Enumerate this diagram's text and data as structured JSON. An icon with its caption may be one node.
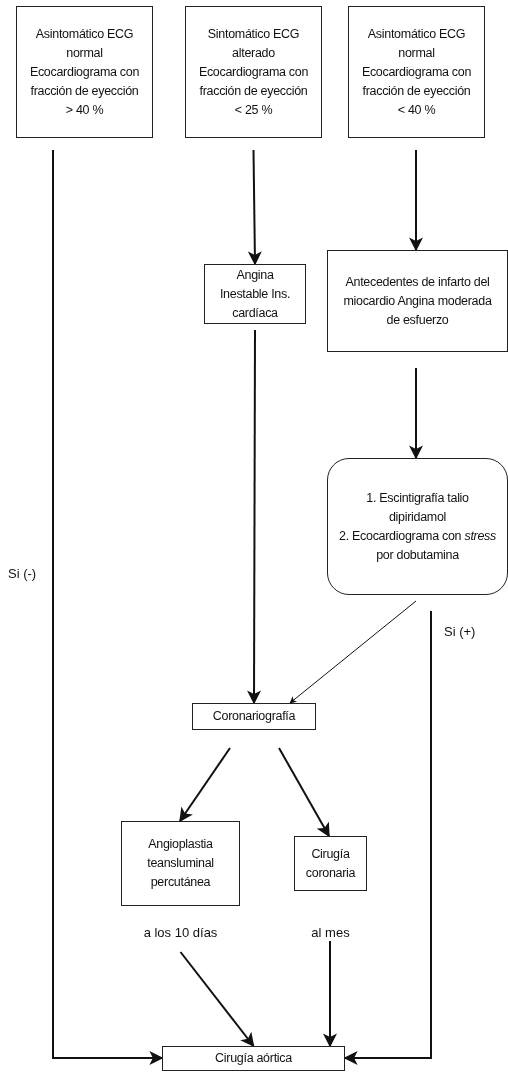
{
  "diagram": {
    "nodes": [
      {
        "text": [
          "Asintomático ECG normal Ecocardiograma con fracción de eyección > 40 %"
        ]
      },
      {
        "text": [
          "Sintomático ECG alterado Ecocardiograma con fracción de eyección < 25 %"
        ]
      },
      {
        "text": [
          "Asintomático ECG normal Ecocardiograma con fracción de eyección < 40 %"
        ]
      },
      {
        "text": [
          "Angina Inestable Ins. cardíaca"
        ]
      },
      {
        "text": [
          "Antecedentes de infarto del miocardio Angina moderada de esfuerzo"
        ]
      },
      {
        "text": [
          "1. Escintigrafía talio dipiridamol",
          "2. Ecocardiograma con *stress* por dobutamina"
        ]
      },
      {
        "text": [
          "Coronariografía"
        ]
      },
      {
        "text": [
          "Angioplastia teansluminal percutánea"
        ],
        "beside": [
          "a los 10 días"
        ]
      },
      {
        "text": [
          "Cirugía coronaria"
        ],
        "beside": [
          "al mes"
        ]
      },
      {
        "text": [
          "Cirugía aórtica"
        ]
      }
    ],
    "edges": [
      {
        "from": 0,
        "to": 9,
        "arrow": "to",
        "label": "Si (-)"
      },
      {
        "from": 1,
        "to": 3,
        "arrow": "to"
      },
      {
        "from": 2,
        "to": 4,
        "arrow": "to"
      },
      {
        "from": 3,
        "to": 6,
        "arrow": "to"
      },
      {
        "from": 4,
        "to": 5,
        "arrow": "to"
      },
      {
        "from": 5,
        "to": 6,
        "arrow": "to"
      },
      {
        "from": 6,
        "to": 7,
        "arrow": "to"
      },
      {
        "from": 6,
        "to": 8,
        "arrow": "to"
      },
      {
        "from": 7,
        "to": 9,
        "arrow": "to"
      },
      {
        "from": 8,
        "to": 9,
        "arrow": "to"
      },
      {
        "from": 5,
        "to": 9,
        "arrow": "to",
        "label": "Si (+)"
      }
    ]
  }
}
